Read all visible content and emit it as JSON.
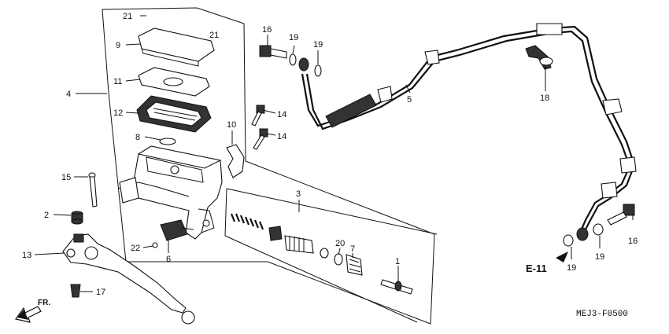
{
  "diagram": {
    "part_labels": {
      "p21a": "21",
      "p21b": "21",
      "p9": "9",
      "p11": "11",
      "p12": "12",
      "p4": "4",
      "p8": "8",
      "p10": "10",
      "p15": "15",
      "p3": "3",
      "p2": "2",
      "p13": "13",
      "p22": "22",
      "p6": "6",
      "p17": "17",
      "p20": "20",
      "p7": "7",
      "p1": "1",
      "p16a": "16",
      "p19a": "19",
      "p19b": "19",
      "p14a": "14",
      "p14b": "14",
      "p5": "5",
      "p18": "18",
      "p16b": "16",
      "p19c": "19",
      "p19d": "19"
    },
    "direction_label": "FR.",
    "reference_label": "E-11",
    "drawing_code": "MEJ3-F0500"
  }
}
